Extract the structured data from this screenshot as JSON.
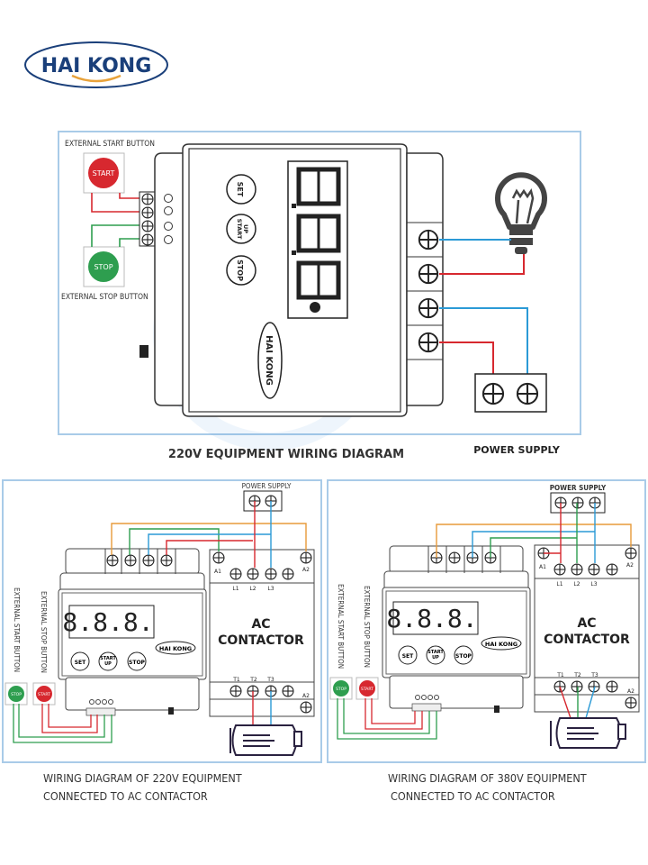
{
  "brand": {
    "name": "HAI KONG",
    "text_color": "#1a3f7a",
    "accent": "#e8a23a"
  },
  "top_diagram": {
    "start_button_caption": "EXTERNAL START BUTTON",
    "stop_button_caption": "EXTERNAL STOP BUTTON",
    "start_label": "START",
    "stop_label": "STOP",
    "panel_buttons": [
      "SET",
      "START UP",
      "STOP"
    ],
    "display_value": "8.8.8.",
    "device_logo": "HAI KONG",
    "title": "220V EQUIPMENT WIRING DIAGRAM",
    "power_supply_label": "POWER SUPPLY",
    "load": "light-bulb"
  },
  "diagram_220v_contactor": {
    "power_supply_label": "POWER SUPPLY",
    "contactor_title_line1": "AC",
    "contactor_title_line2": "CONTACTOR",
    "contactor_terminals_top": [
      "A1",
      "L1",
      "L2",
      "L3",
      "A2"
    ],
    "contactor_terminals_bottom": [
      "T1",
      "T2",
      "T3",
      "A2"
    ],
    "ext_start_caption": "EXTERNAL START BUTTON",
    "ext_stop_caption": "EXTERNAL STOP BUTTON",
    "stop_label": "STOP",
    "start_label": "START",
    "panel_buttons": [
      "SET",
      "START UP",
      "STOP"
    ],
    "device_logo": "HAI KONG",
    "display_value": "8.8.8.",
    "caption_line1": "WIRING DIAGRAM OF 220V EQUIPMENT",
    "caption_line2": "CONNECTED TO AC CONTACTOR"
  },
  "diagram_380v_contactor": {
    "power_supply_label": "POWER SUPPLY",
    "contactor_title_line1": "AC",
    "contactor_title_line2": "CONTACTOR",
    "contactor_terminals_top": [
      "A1",
      "L1",
      "L2",
      "L3",
      "A2"
    ],
    "contactor_terminals_bottom": [
      "T1",
      "T2",
      "T3",
      "A2"
    ],
    "ext_start_caption": "EXTERNAL START BUTTON",
    "ext_stop_caption": "EXTERNAL STOP BUTTON",
    "stop_label": "STOP",
    "start_label": "START",
    "panel_buttons": [
      "SET",
      "START UP",
      "STOP"
    ],
    "device_logo": "HAI KONG",
    "display_value": "8.8.8.",
    "caption_line1": "WIRING DIAGRAM OF 380V EQUIPMENT",
    "caption_line2": "CONNECTED TO AC CONTACTOR"
  },
  "wire_colors": {
    "red": "#d7282f",
    "blue": "#2b9ad6",
    "green": "#2e9e4f",
    "orange": "#e79a3a"
  }
}
